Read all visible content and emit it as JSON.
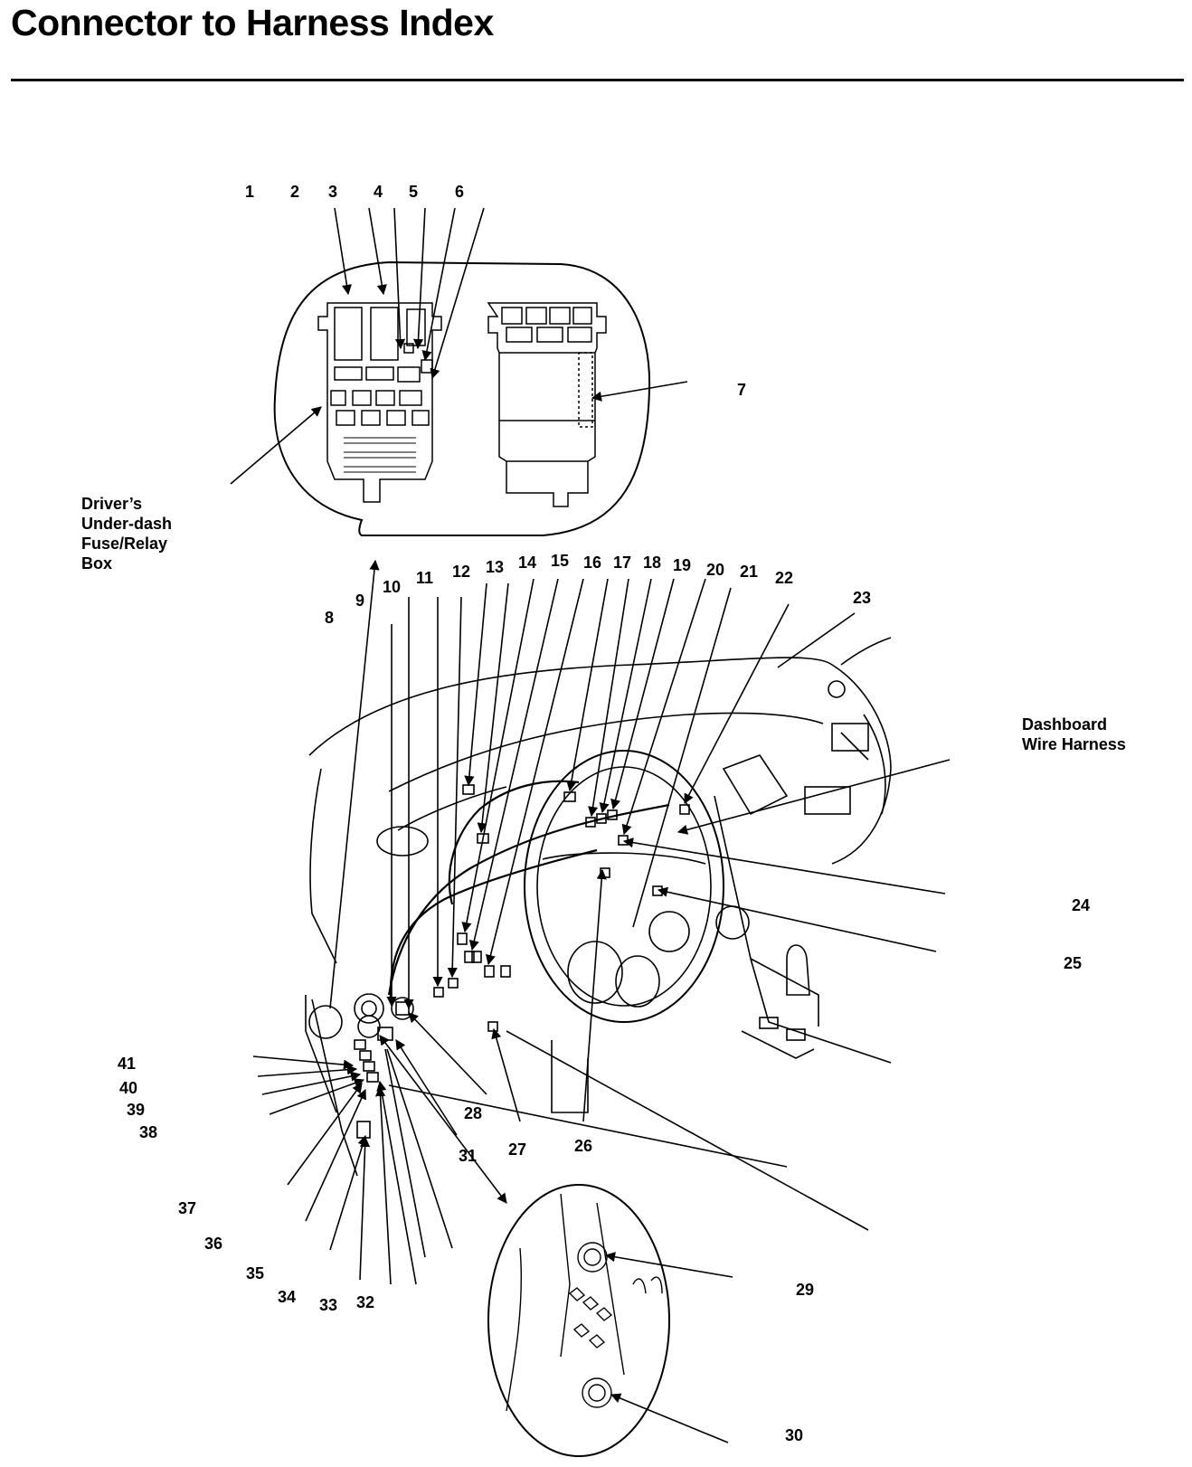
{
  "title": "Connector to Harness Index",
  "captions": {
    "fuse_box": [
      "Driver’s",
      "Under-dash",
      "Fuse/Relay",
      "Box"
    ],
    "dashboard": [
      "Dashboard",
      "Wire Harness"
    ]
  },
  "callouts": [
    "1",
    "2",
    "3",
    "4",
    "5",
    "6",
    "7",
    "8",
    "9",
    "10",
    "11",
    "12",
    "13",
    "14",
    "15",
    "16",
    "17",
    "18",
    "19",
    "20",
    "21",
    "22",
    "23",
    "24",
    "25",
    "26",
    "27",
    "28",
    "29",
    "30",
    "31",
    "32",
    "33",
    "34",
    "35",
    "36",
    "37",
    "38",
    "39",
    "40",
    "41"
  ]
}
